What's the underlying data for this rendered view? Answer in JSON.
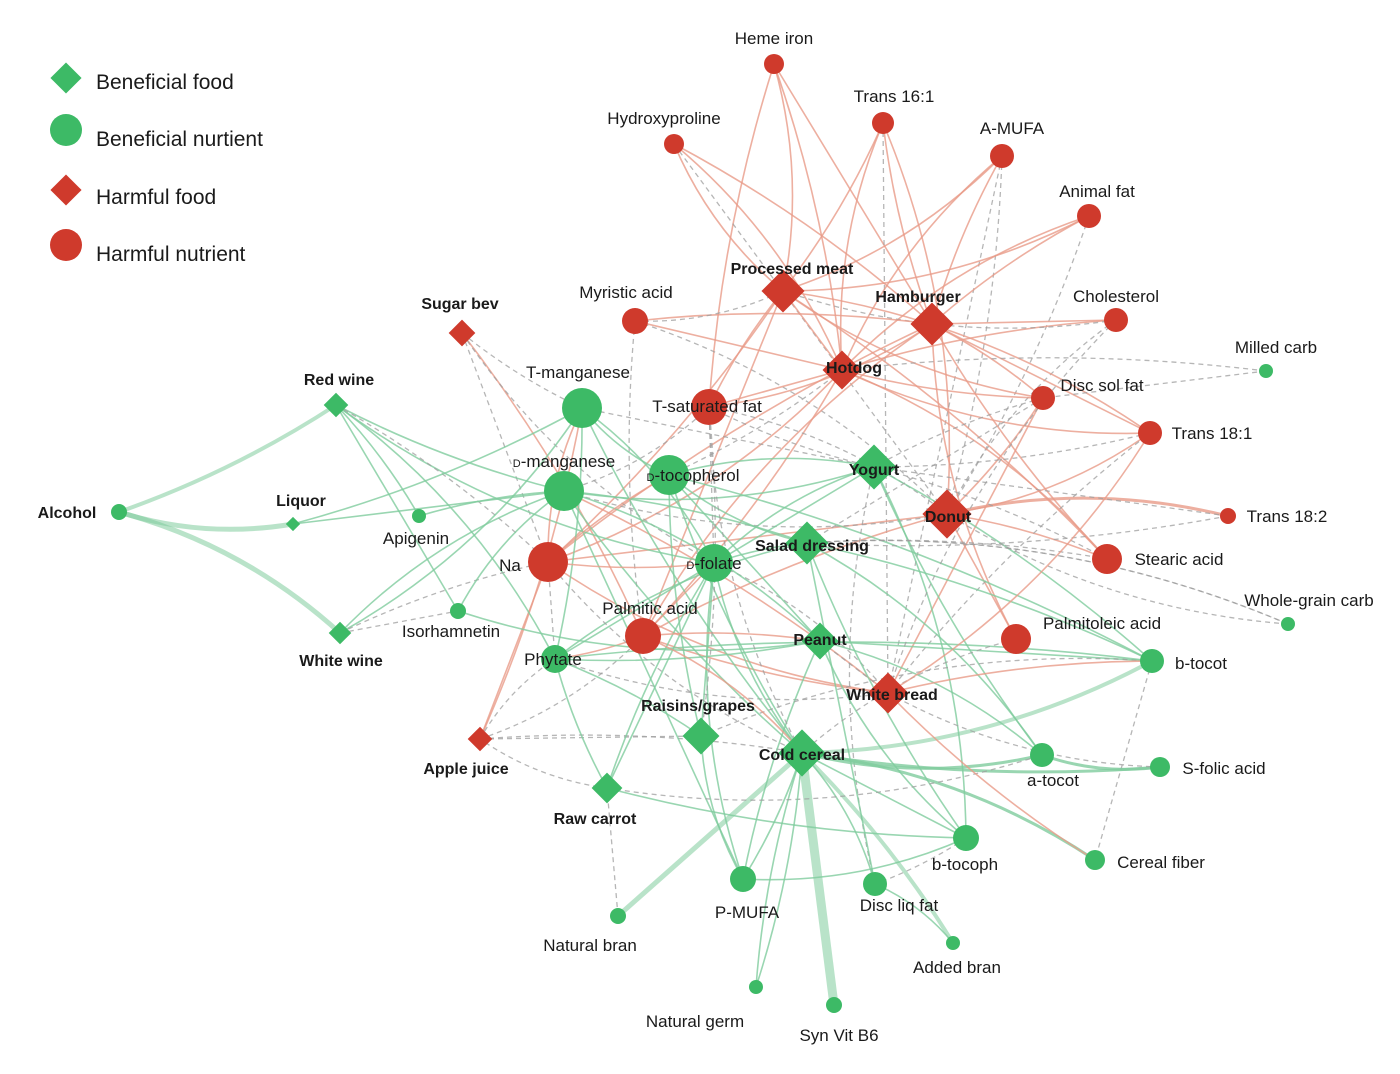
{
  "colors": {
    "beneficial": "#3dba66",
    "harmful": "#cf3a2c",
    "beneficial_edge": "#7fcc9d",
    "harmful_edge": "#e89b88",
    "dashed_edge": "#9e9e9e"
  },
  "legend": [
    {
      "label": "Beneficial food",
      "kind": "food",
      "effect": "beneficial"
    },
    {
      "label": "Beneficial nurtient",
      "kind": "nutrient",
      "effect": "beneficial"
    },
    {
      "label": "Harmful food",
      "kind": "food",
      "effect": "harmful"
    },
    {
      "label": "Harmful nutrient",
      "kind": "nutrient",
      "effect": "harmful"
    }
  ],
  "nodes": [
    {
      "id": "heme",
      "label": "Heme iron",
      "kind": "nutrient",
      "effect": "harmful"
    },
    {
      "id": "hydroxy",
      "label": "Hydroxyproline",
      "kind": "nutrient",
      "effect": "harmful"
    },
    {
      "id": "trans161",
      "label": "Trans 16:1",
      "kind": "nutrient",
      "effect": "harmful"
    },
    {
      "id": "amufa",
      "label": "A-MUFA",
      "kind": "nutrient",
      "effect": "harmful"
    },
    {
      "id": "animalfat",
      "label": "Animal fat",
      "kind": "nutrient",
      "effect": "harmful"
    },
    {
      "id": "procmeat",
      "label": "Processed meat",
      "kind": "food",
      "effect": "harmful"
    },
    {
      "id": "hamburger",
      "label": "Hamburger",
      "kind": "food",
      "effect": "harmful"
    },
    {
      "id": "cholesterol",
      "label": "Cholesterol",
      "kind": "nutrient",
      "effect": "harmful"
    },
    {
      "id": "sugarbev",
      "label": "Sugar bev",
      "kind": "food",
      "effect": "harmful"
    },
    {
      "id": "myristic",
      "label": "Myristic acid",
      "kind": "nutrient",
      "effect": "harmful"
    },
    {
      "id": "milledcarb",
      "label": "Milled carb",
      "kind": "nutrient",
      "effect": "beneficial"
    },
    {
      "id": "hotdog",
      "label": "Hotdog",
      "kind": "food",
      "effect": "harmful"
    },
    {
      "id": "discsol",
      "label": "Disc sol fat",
      "kind": "nutrient",
      "effect": "harmful"
    },
    {
      "id": "redwine",
      "label": "Red wine",
      "kind": "food",
      "effect": "beneficial"
    },
    {
      "id": "tmanganese",
      "label": "T-manganese",
      "kind": "nutrient",
      "effect": "beneficial"
    },
    {
      "id": "tsat",
      "label": "T-saturated fat",
      "kind": "nutrient",
      "effect": "harmful"
    },
    {
      "id": "trans181",
      "label": "Trans 18:1",
      "kind": "nutrient",
      "effect": "harmful"
    },
    {
      "id": "dmanganese",
      "label": "-manganese",
      "prefix": "D",
      "kind": "nutrient",
      "effect": "beneficial"
    },
    {
      "id": "dtocopherol",
      "label": "-tocopherol",
      "prefix": "D",
      "kind": "nutrient",
      "effect": "beneficial"
    },
    {
      "id": "yogurt",
      "label": "Yogurt",
      "kind": "food",
      "effect": "beneficial"
    },
    {
      "id": "alcohol",
      "label": "Alcohol",
      "kind": "nutrient",
      "effect": "beneficial"
    },
    {
      "id": "liquor",
      "label": "Liquor",
      "kind": "food",
      "effect": "beneficial"
    },
    {
      "id": "apigenin",
      "label": "Apigenin",
      "kind": "nutrient",
      "effect": "beneficial"
    },
    {
      "id": "donut",
      "label": "Donut",
      "kind": "food",
      "effect": "harmful"
    },
    {
      "id": "trans182",
      "label": "Trans 18:2",
      "kind": "nutrient",
      "effect": "harmful"
    },
    {
      "id": "saladdress",
      "label": "Salad dressing",
      "kind": "food",
      "effect": "beneficial"
    },
    {
      "id": "na",
      "label": "Na",
      "kind": "nutrient",
      "effect": "harmful"
    },
    {
      "id": "dfolate",
      "label": "-folate",
      "prefix": "D",
      "kind": "nutrient",
      "effect": "beneficial"
    },
    {
      "id": "stearic",
      "label": "Stearic acid",
      "kind": "nutrient",
      "effect": "harmful"
    },
    {
      "id": "wholegrain",
      "label": "Whole-grain carb",
      "kind": "nutrient",
      "effect": "beneficial"
    },
    {
      "id": "palmitic",
      "label": "Palmitic acid",
      "kind": "nutrient",
      "effect": "harmful"
    },
    {
      "id": "isorham",
      "label": "Isorhamnetin",
      "kind": "nutrient",
      "effect": "beneficial"
    },
    {
      "id": "whitewine",
      "label": "White wine",
      "kind": "food",
      "effect": "beneficial"
    },
    {
      "id": "peanut",
      "label": "Peanut",
      "kind": "food",
      "effect": "beneficial"
    },
    {
      "id": "palmitoleic",
      "label": "Palmitoleic acid",
      "kind": "nutrient",
      "effect": "harmful"
    },
    {
      "id": "phytate",
      "label": "Phytate",
      "kind": "nutrient",
      "effect": "beneficial"
    },
    {
      "id": "btocot",
      "label": "b-tocot",
      "kind": "nutrient",
      "effect": "beneficial"
    },
    {
      "id": "whitebread",
      "label": "White bread",
      "kind": "food",
      "effect": "harmful"
    },
    {
      "id": "raisins",
      "label": "Raisins/grapes",
      "kind": "food",
      "effect": "beneficial"
    },
    {
      "id": "applejuice",
      "label": "Apple juice",
      "kind": "food",
      "effect": "harmful"
    },
    {
      "id": "coldcereal",
      "label": "Cold cereal",
      "kind": "food",
      "effect": "beneficial"
    },
    {
      "id": "atocot",
      "label": "a-tocot",
      "kind": "nutrient",
      "effect": "beneficial"
    },
    {
      "id": "sfolic",
      "label": "S-folic acid",
      "kind": "nutrient",
      "effect": "beneficial"
    },
    {
      "id": "rawcarrot",
      "label": "Raw carrot",
      "kind": "food",
      "effect": "beneficial"
    },
    {
      "id": "btocoph",
      "label": "b-tocoph",
      "kind": "nutrient",
      "effect": "beneficial"
    },
    {
      "id": "cerealfiber",
      "label": "Cereal fiber",
      "kind": "nutrient",
      "effect": "beneficial"
    },
    {
      "id": "pmufa",
      "label": "P-MUFA",
      "kind": "nutrient",
      "effect": "beneficial"
    },
    {
      "id": "discliq",
      "label": "Disc liq fat",
      "kind": "nutrient",
      "effect": "beneficial"
    },
    {
      "id": "naturalbran",
      "label": "Natural bran",
      "kind": "nutrient",
      "effect": "beneficial"
    },
    {
      "id": "addedbran",
      "label": "Added bran",
      "kind": "nutrient",
      "effect": "beneficial"
    },
    {
      "id": "naturalgerm",
      "label": "Natural germ",
      "kind": "nutrient",
      "effect": "beneficial"
    },
    {
      "id": "synvitb6",
      "label": "Syn Vit B6",
      "kind": "nutrient",
      "effect": "beneficial"
    }
  ],
  "edges": [
    [
      "heme",
      "procmeat",
      "s"
    ],
    [
      "heme",
      "hotdog",
      "s"
    ],
    [
      "heme",
      "hamburger",
      "s"
    ],
    [
      "heme",
      "tsat",
      "s"
    ],
    [
      "hydroxy",
      "procmeat",
      "s"
    ],
    [
      "hydroxy",
      "hotdog",
      "s"
    ],
    [
      "hydroxy",
      "hamburger",
      "s"
    ],
    [
      "hydroxy",
      "donut",
      "d"
    ],
    [
      "trans161",
      "hamburger",
      "s"
    ],
    [
      "trans161",
      "hotdog",
      "s"
    ],
    [
      "trans161",
      "donut",
      "s"
    ],
    [
      "trans161",
      "procmeat",
      "s"
    ],
    [
      "trans161",
      "whitebread",
      "d"
    ],
    [
      "amufa",
      "hamburger",
      "s"
    ],
    [
      "amufa",
      "hotdog",
      "s"
    ],
    [
      "amufa",
      "procmeat",
      "s"
    ],
    [
      "amufa",
      "donut",
      "d"
    ],
    [
      "amufa",
      "whitebread",
      "d"
    ],
    [
      "animalfat",
      "hamburger",
      "s"
    ],
    [
      "animalfat",
      "hotdog",
      "s"
    ],
    [
      "animalfat",
      "procmeat",
      "s"
    ],
    [
      "animalfat",
      "donut",
      "d"
    ],
    [
      "cholesterol",
      "hamburger",
      "s"
    ],
    [
      "cholesterol",
      "hotdog",
      "s"
    ],
    [
      "cholesterol",
      "donut",
      "d"
    ],
    [
      "cholesterol",
      "procmeat",
      "d"
    ],
    [
      "myristic",
      "hamburger",
      "s"
    ],
    [
      "myristic",
      "hotdog",
      "s"
    ],
    [
      "myristic",
      "palmitic",
      "d"
    ],
    [
      "myristic",
      "procmeat",
      "d"
    ],
    [
      "myristic",
      "donut",
      "d"
    ],
    [
      "procmeat",
      "na",
      "s"
    ],
    [
      "procmeat",
      "palmitic",
      "s"
    ],
    [
      "procmeat",
      "tsat",
      "s"
    ],
    [
      "procmeat",
      "discsol",
      "s"
    ],
    [
      "procmeat",
      "trans181",
      "s"
    ],
    [
      "procmeat",
      "stearic",
      "s"
    ],
    [
      "procmeat",
      "hotdog",
      "s"
    ],
    [
      "hamburger",
      "na",
      "s"
    ],
    [
      "hamburger",
      "palmitic",
      "s"
    ],
    [
      "hamburger",
      "tsat",
      "s"
    ],
    [
      "hamburger",
      "discsol",
      "s"
    ],
    [
      "hamburger",
      "trans181",
      "s"
    ],
    [
      "hamburger",
      "stearic",
      "s"
    ],
    [
      "hamburger",
      "palmitoleic",
      "s"
    ],
    [
      "hotdog",
      "na",
      "s"
    ],
    [
      "hotdog",
      "palmitic",
      "s"
    ],
    [
      "hotdog",
      "tsat",
      "s"
    ],
    [
      "hotdog",
      "discsol",
      "s"
    ],
    [
      "hotdog",
      "trans181",
      "s"
    ],
    [
      "hotdog",
      "stearic",
      "s"
    ],
    [
      "hotdog",
      "dtocopherol",
      "d"
    ],
    [
      "donut",
      "na",
      "s"
    ],
    [
      "donut",
      "palmitic",
      "s"
    ],
    [
      "donut",
      "trans181",
      "s"
    ],
    [
      "donut",
      "trans182",
      "s"
    ],
    [
      "donut",
      "stearic",
      "s"
    ],
    [
      "donut",
      "palmitoleic",
      "s"
    ],
    [
      "donut",
      "discsol",
      "s"
    ],
    [
      "donut",
      "tsat",
      "d"
    ],
    [
      "donut",
      "dmanganese",
      "d"
    ],
    [
      "sugarbev",
      "palmitic",
      "s"
    ],
    [
      "sugarbev",
      "na",
      "d"
    ],
    [
      "sugarbev",
      "tmanganese",
      "d"
    ],
    [
      "sugarbev",
      "dfolate",
      "d"
    ],
    [
      "whitebread",
      "na",
      "s"
    ],
    [
      "whitebread",
      "palmitic",
      "s"
    ],
    [
      "whitebread",
      "discsol",
      "s"
    ],
    [
      "whitebread",
      "dmanganese",
      "s"
    ],
    [
      "whitebread",
      "dfolate",
      "d"
    ],
    [
      "whitebread",
      "phytate",
      "d"
    ],
    [
      "whitebread",
      "trans181",
      "d"
    ],
    [
      "applejuice",
      "na",
      "s"
    ],
    [
      "applejuice",
      "tmanganese",
      "s"
    ],
    [
      "applejuice",
      "palmitic",
      "d"
    ],
    [
      "applejuice",
      "phytate",
      "d"
    ],
    [
      "applejuice",
      "coldcereal",
      "d"
    ],
    [
      "applejuice",
      "raisins",
      "d"
    ],
    [
      "alcohol",
      "redwine",
      "s"
    ],
    [
      "alcohol",
      "liquor",
      "s"
    ],
    [
      "alcohol",
      "whitewine",
      "s"
    ],
    [
      "redwine",
      "apigenin",
      "s"
    ],
    [
      "redwine",
      "isorham",
      "s"
    ],
    [
      "redwine",
      "dmanganese",
      "s"
    ],
    [
      "redwine",
      "dfolate",
      "s"
    ],
    [
      "redwine",
      "phytate",
      "s"
    ],
    [
      "redwine",
      "na",
      "d"
    ],
    [
      "liquor",
      "dmanganese",
      "s"
    ],
    [
      "liquor",
      "tmanganese",
      "s"
    ],
    [
      "whitewine",
      "tmanganese",
      "s"
    ],
    [
      "whitewine",
      "dmanganese",
      "s"
    ],
    [
      "whitewine",
      "na",
      "d"
    ],
    [
      "whitewine",
      "isorham",
      "d"
    ],
    [
      "tmanganese",
      "coldcereal",
      "s"
    ],
    [
      "tmanganese",
      "dtocopherol",
      "s"
    ],
    [
      "tmanganese",
      "dfolate",
      "s"
    ],
    [
      "tmanganese",
      "phytate",
      "s"
    ],
    [
      "tmanganese",
      "yogurt",
      "d"
    ],
    [
      "dmanganese",
      "coldcereal",
      "s"
    ],
    [
      "dmanganese",
      "yogurt",
      "s"
    ],
    [
      "dmanganese",
      "peanut",
      "s"
    ],
    [
      "dmanganese",
      "saladdress",
      "s"
    ],
    [
      "dmanganese",
      "pmufa",
      "s"
    ],
    [
      "dtocopherol",
      "coldcereal",
      "s"
    ],
    [
      "dtocopherol",
      "saladdress",
      "s"
    ],
    [
      "dtocopherol",
      "yogurt",
      "s"
    ],
    [
      "dtocopherol",
      "btocot",
      "s"
    ],
    [
      "dtocopherol",
      "peanut",
      "s"
    ],
    [
      "dtocopherol",
      "raisins",
      "s"
    ],
    [
      "dfolate",
      "coldcereal",
      "s"
    ],
    [
      "dfolate",
      "yogurt",
      "s"
    ],
    [
      "dfolate",
      "saladdress",
      "s"
    ],
    [
      "dfolate",
      "raisins",
      "s"
    ],
    [
      "dfolate",
      "rawcarrot",
      "s"
    ],
    [
      "dfolate",
      "pmufa",
      "s"
    ],
    [
      "yogurt",
      "btocoph",
      "s"
    ],
    [
      "yogurt",
      "btocot",
      "s"
    ],
    [
      "yogurt",
      "phytate",
      "s"
    ],
    [
      "yogurt",
      "atocot",
      "s"
    ],
    [
      "yogurt",
      "discliq",
      "d"
    ],
    [
      "saladdress",
      "atocot",
      "s"
    ],
    [
      "saladdress",
      "btocot",
      "s"
    ],
    [
      "saladdress",
      "discliq",
      "s"
    ],
    [
      "saladdress",
      "btocoph",
      "s"
    ],
    [
      "saladdress",
      "phytate",
      "s"
    ],
    [
      "saladdress",
      "wholegrain",
      "d"
    ],
    [
      "saladdress",
      "stearic",
      "d"
    ],
    [
      "peanut",
      "btocot",
      "s"
    ],
    [
      "peanut",
      "pmufa",
      "s"
    ],
    [
      "peanut",
      "btocoph",
      "s"
    ],
    [
      "peanut",
      "atocot",
      "s"
    ],
    [
      "peanut",
      "phytate",
      "s"
    ],
    [
      "coldcereal",
      "synvitb6",
      "s"
    ],
    [
      "coldcereal",
      "sfolic",
      "s"
    ],
    [
      "coldcereal",
      "atocot",
      "s"
    ],
    [
      "coldcereal",
      "cerealfiber",
      "s"
    ],
    [
      "coldcereal",
      "addedbran",
      "s"
    ],
    [
      "coldcereal",
      "naturalbran",
      "s"
    ],
    [
      "coldcereal",
      "naturalgerm",
      "s"
    ],
    [
      "coldcereal",
      "btocot",
      "s"
    ],
    [
      "coldcereal",
      "discliq",
      "s"
    ],
    [
      "coldcereal",
      "pmufa",
      "s"
    ],
    [
      "coldcereal",
      "btocoph",
      "s"
    ],
    [
      "raisins",
      "phytate",
      "s"
    ],
    [
      "raisins",
      "pmufa",
      "s"
    ],
    [
      "raisins",
      "btocot",
      "d"
    ],
    [
      "rawcarrot",
      "phytate",
      "s"
    ],
    [
      "rawcarrot",
      "dfolate",
      "s"
    ],
    [
      "rawcarrot",
      "btocoph",
      "s"
    ],
    [
      "rawcarrot",
      "atocot",
      "d"
    ],
    [
      "rawcarrot",
      "applejuice",
      "d"
    ],
    [
      "phytate",
      "btocot",
      "s"
    ],
    [
      "phytate",
      "na",
      "d"
    ],
    [
      "phytate",
      "palmitic",
      "s"
    ],
    [
      "isorham",
      "peanut",
      "s"
    ],
    [
      "isorham",
      "dmanganese",
      "s"
    ],
    [
      "apigenin",
      "dmanganese",
      "s"
    ],
    [
      "btocot",
      "cerealfiber",
      "d"
    ],
    [
      "btocot",
      "whitebread",
      "s"
    ],
    [
      "atocot",
      "sfolic",
      "s"
    ],
    [
      "sfolic",
      "whitebread",
      "d"
    ],
    [
      "btocoph",
      "discliq",
      "d"
    ],
    [
      "milledcarb",
      "discsol",
      "d"
    ],
    [
      "milledcarb",
      "hotdog",
      "d"
    ],
    [
      "wholegrain",
      "saladdress",
      "d"
    ],
    [
      "wholegrain",
      "donut",
      "d"
    ],
    [
      "trans182",
      "saladdress",
      "d"
    ],
    [
      "trans182",
      "yogurt",
      "d"
    ],
    [
      "stearic",
      "yogurt",
      "d"
    ],
    [
      "palmitoleic",
      "coldcereal",
      "d"
    ],
    [
      "palmitic",
      "coldcereal",
      "s"
    ],
    [
      "palmitic",
      "peanut",
      "s"
    ],
    [
      "palmitic",
      "dfolate",
      "s"
    ],
    [
      "na",
      "dfolate",
      "s"
    ],
    [
      "na",
      "coldcereal",
      "d"
    ],
    [
      "na",
      "tmanganese",
      "s"
    ],
    [
      "na",
      "dtocopherol",
      "s"
    ],
    [
      "tsat",
      "dfolate",
      "d"
    ],
    [
      "tsat",
      "yogurt",
      "d"
    ],
    [
      "tsat",
      "coldcereal",
      "d"
    ],
    [
      "tsat",
      "dmanganese",
      "d"
    ],
    [
      "tsat",
      "raisins",
      "d"
    ],
    [
      "discsol",
      "saladdress",
      "d"
    ],
    [
      "discsol",
      "yogurt",
      "d"
    ],
    [
      "cholesterol",
      "whitebread",
      "d"
    ],
    [
      "trans181",
      "whitebread",
      "s"
    ],
    [
      "trans181",
      "yogurt",
      "d"
    ],
    [
      "naturalbran",
      "rawcarrot",
      "d"
    ],
    [
      "naturalgerm",
      "coldcereal",
      "s"
    ],
    [
      "pmufa",
      "btocoph",
      "s"
    ],
    [
      "discliq",
      "addedbran",
      "s"
    ],
    [
      "cerealfiber",
      "whitebread",
      "s"
    ],
    [
      "peanut",
      "whitebread",
      "d"
    ]
  ]
}
